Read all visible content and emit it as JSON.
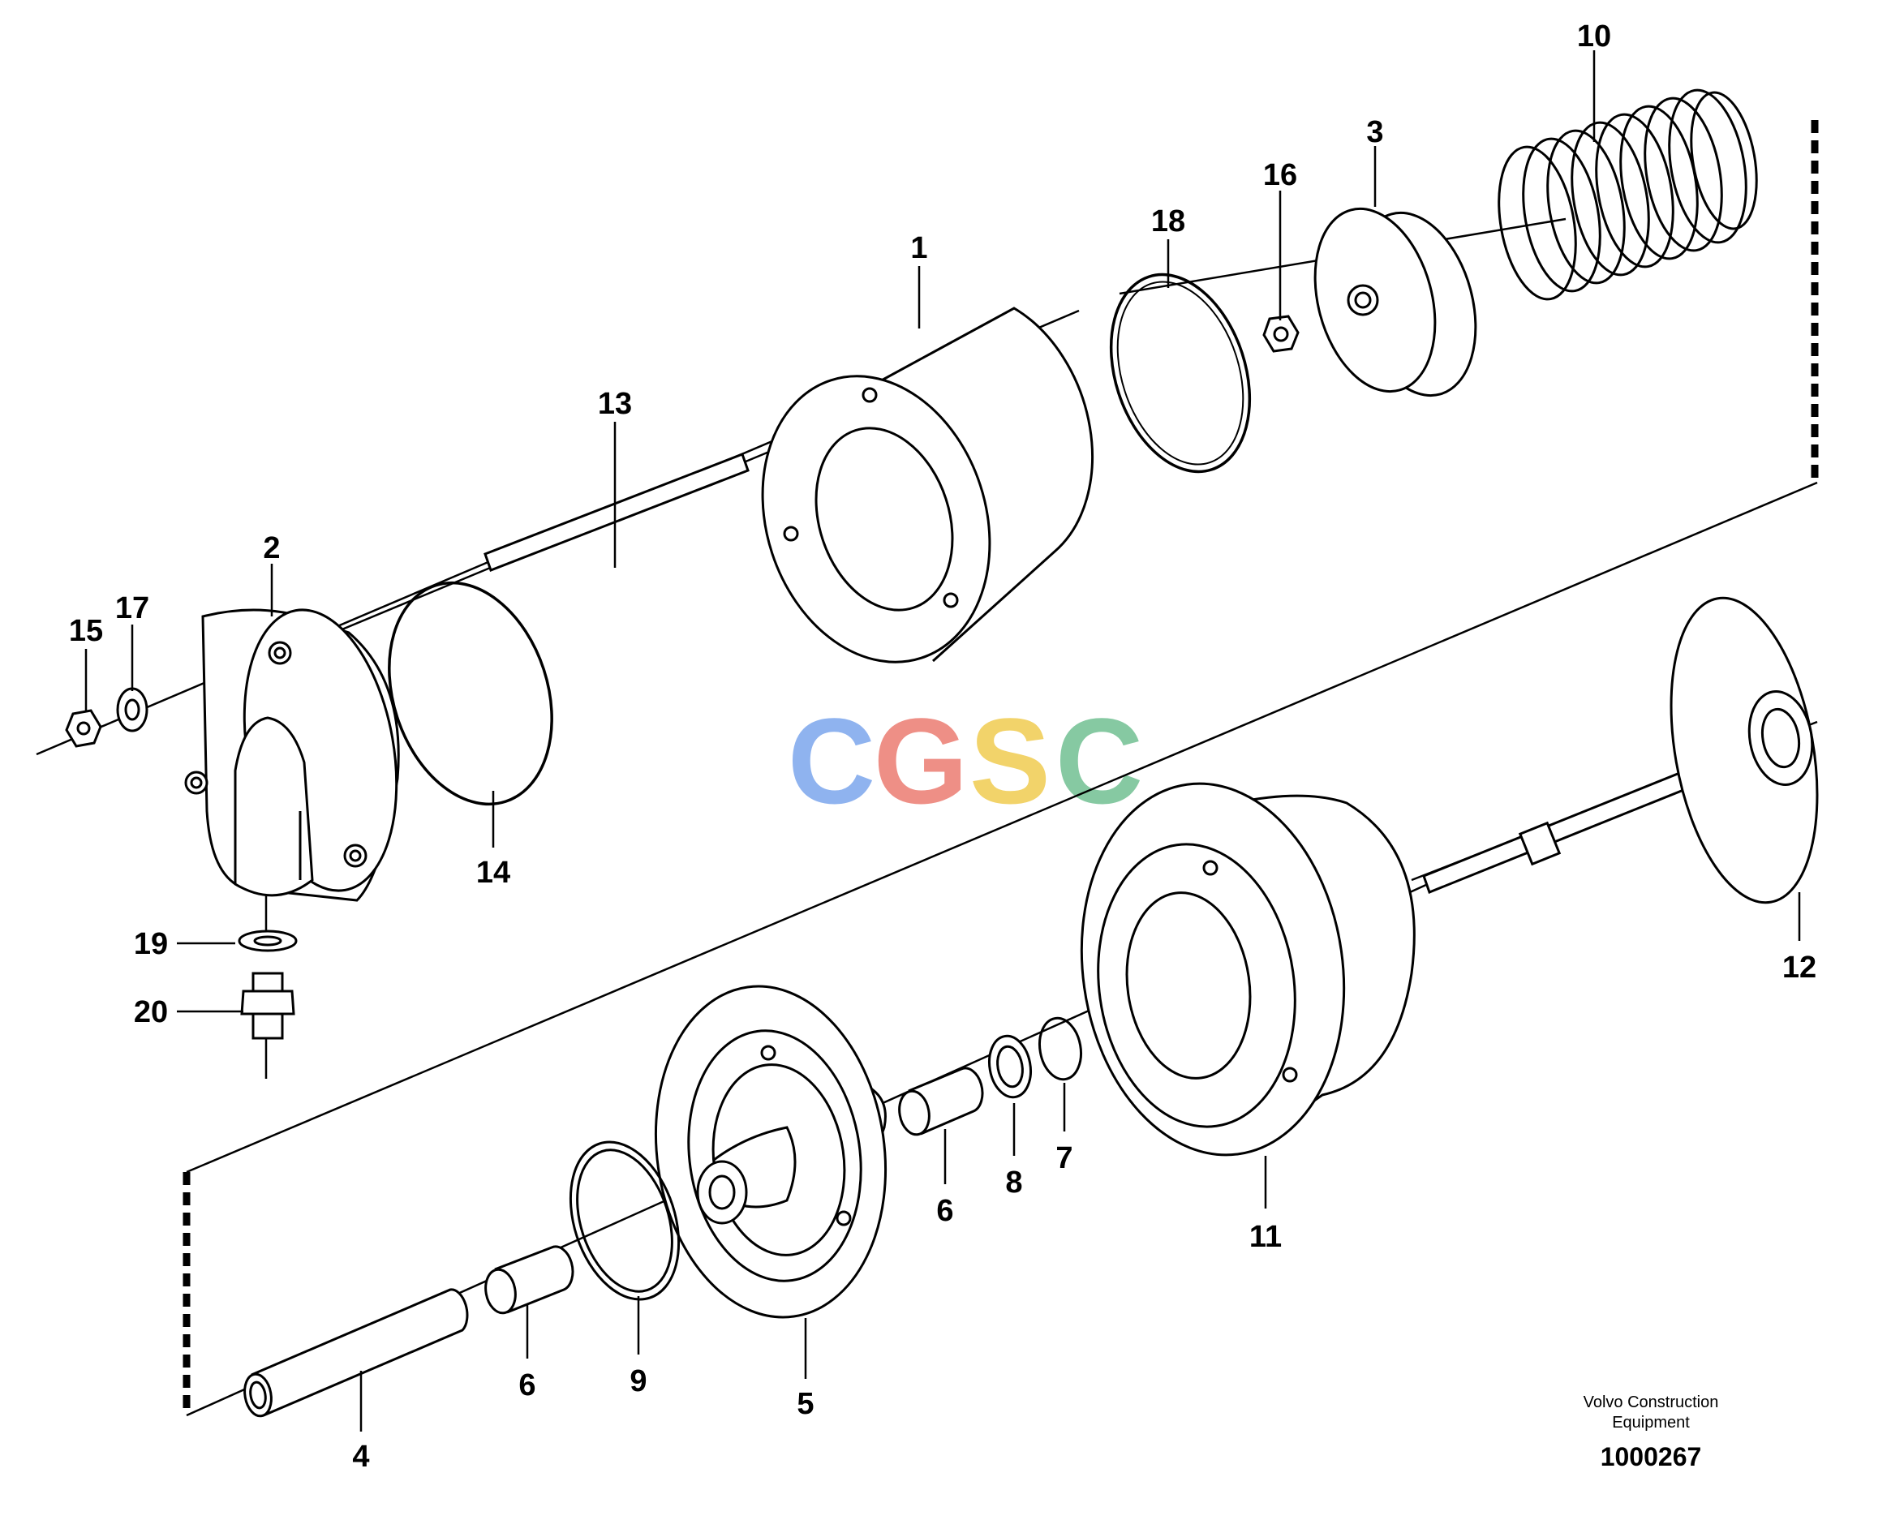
{
  "diagram": {
    "callouts": [
      {
        "id": "c1",
        "label": "1"
      },
      {
        "id": "c2",
        "label": "2"
      },
      {
        "id": "c3",
        "label": "3"
      },
      {
        "id": "c4",
        "label": "4"
      },
      {
        "id": "c5",
        "label": "5"
      },
      {
        "id": "c6a",
        "label": "6"
      },
      {
        "id": "c6b",
        "label": "6"
      },
      {
        "id": "c7",
        "label": "7"
      },
      {
        "id": "c8",
        "label": "8"
      },
      {
        "id": "c9",
        "label": "9"
      },
      {
        "id": "c10",
        "label": "10"
      },
      {
        "id": "c11",
        "label": "11"
      },
      {
        "id": "c12",
        "label": "12"
      },
      {
        "id": "c13",
        "label": "13"
      },
      {
        "id": "c14",
        "label": "14"
      },
      {
        "id": "c15",
        "label": "15"
      },
      {
        "id": "c16",
        "label": "16"
      },
      {
        "id": "c17",
        "label": "17"
      },
      {
        "id": "c18",
        "label": "18"
      },
      {
        "id": "c19",
        "label": "19"
      },
      {
        "id": "c20",
        "label": "20"
      }
    ]
  },
  "watermark": {
    "letters": [
      "C",
      "G",
      "S",
      "C"
    ],
    "colors": [
      "#8fb3ef",
      "#ee8f86",
      "#f2d36a",
      "#86c9a2"
    ]
  },
  "footer": {
    "company_line1": "Volvo Construction",
    "company_line2": "Equipment",
    "document_number": "1000267"
  }
}
